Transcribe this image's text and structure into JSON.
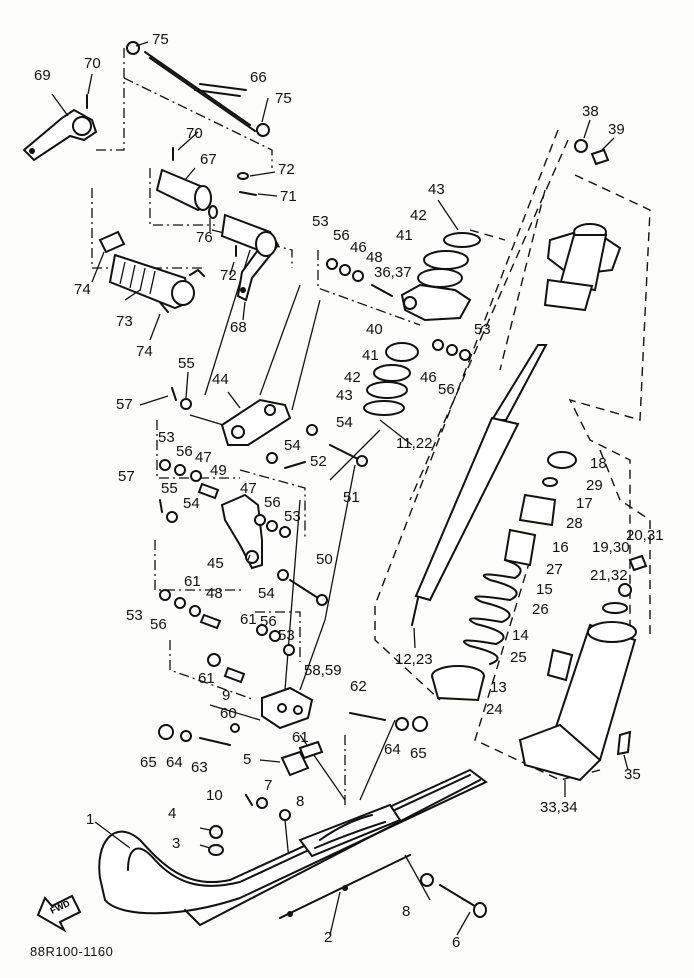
{
  "diagram": {
    "code": "88R100-1160",
    "fwd_label": "FWD",
    "callouts": {
      "c1": "1",
      "c2": "2",
      "c3": "3",
      "c4": "4",
      "c5": "5",
      "c6": "6",
      "c7": "7",
      "c8a": "8",
      "c8b": "8",
      "c9": "9",
      "c10": "10",
      "c11_22": "11,22",
      "c12_23": "12,23",
      "c13": "13",
      "c14": "14",
      "c15": "15",
      "c16": "16",
      "c17": "17",
      "c18": "18",
      "c19_30": "19,30",
      "c20_31": "20,31",
      "c21_32": "21,32",
      "c24": "24",
      "c25": "25",
      "c26": "26",
      "c27": "27",
      "c28": "28",
      "c29": "29",
      "c33_34": "33,34",
      "c35": "35",
      "c36_37": "36,37",
      "c38": "38",
      "c39": "39",
      "c40": "40",
      "c41a": "41",
      "c41b": "41",
      "c42a": "42",
      "c42b": "42",
      "c43a": "43",
      "c43b": "43",
      "c44": "44",
      "c45": "45",
      "c46a": "46",
      "c46b": "46",
      "c47a": "47",
      "c47b": "47",
      "c48a": "48",
      "c48b": "48",
      "c49": "49",
      "c50": "50",
      "c51": "51",
      "c52": "52",
      "c53a": "53",
      "c53b": "53",
      "c53c": "53",
      "c53d": "53",
      "c53e": "53",
      "c53f": "53",
      "c54a": "54",
      "c54b": "54",
      "c54c": "54",
      "c54d": "54",
      "c55a": "55",
      "c55b": "55",
      "c56a": "56",
      "c56b": "56",
      "c56c": "56",
      "c56d": "56",
      "c56e": "56",
      "c56f": "56",
      "c57a": "57",
      "c57b": "57",
      "c58_59": "58,59",
      "c60": "60",
      "c61a": "61",
      "c61b": "61",
      "c61c": "61",
      "c61d": "61",
      "c62": "62",
      "c63": "63",
      "c64a": "64",
      "c64b": "64",
      "c65a": "65",
      "c65b": "65",
      "c66": "66",
      "c67": "67",
      "c68": "68",
      "c69": "69",
      "c70a": "70",
      "c70b": "70",
      "c71": "71",
      "c72a": "72",
      "c72b": "72",
      "c73": "73",
      "c74a": "74",
      "c74b": "74",
      "c75a": "75",
      "c75b": "75",
      "c76": "76"
    }
  }
}
